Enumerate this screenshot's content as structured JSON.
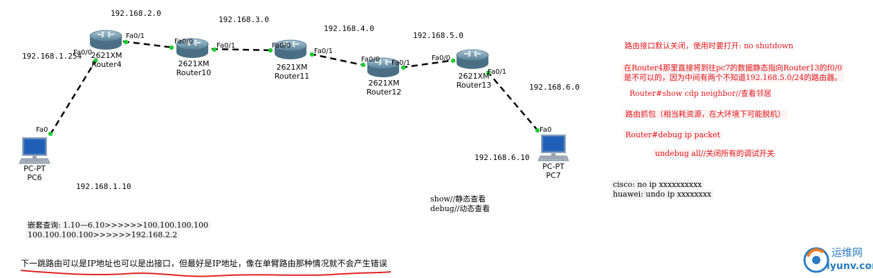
{
  "networks": [
    {
      "id": "n1",
      "label": "192.168.2.0"
    },
    {
      "id": "n2",
      "label": "192.168.3.0"
    },
    {
      "id": "n3",
      "label": "192.168.4.0"
    },
    {
      "id": "n4",
      "label": "192.168.5.0"
    },
    {
      "id": "n5",
      "label": "192.168.1.254"
    },
    {
      "id": "n6",
      "label": "192.168.6.0"
    },
    {
      "id": "n7",
      "label": "192.168.6.10"
    },
    {
      "id": "n8",
      "label": "192.168.1.10"
    }
  ],
  "devices": [
    {
      "id": "r4",
      "type": "router",
      "model": "2621XM",
      "name": "Router4"
    },
    {
      "id": "r10",
      "type": "router",
      "model": "2621XM",
      "name": "Router10"
    },
    {
      "id": "r11",
      "type": "router",
      "model": "2621XM",
      "name": "Router11"
    },
    {
      "id": "r12",
      "type": "router",
      "model": "2621XM",
      "name": "Router12"
    },
    {
      "id": "r13",
      "type": "router",
      "model": "2621XM",
      "name": "Router13"
    },
    {
      "id": "pc6",
      "type": "pc",
      "model": "PC-PT",
      "name": "PC6"
    },
    {
      "id": "pc7",
      "type": "pc",
      "model": "PC-PT",
      "name": "PC7"
    }
  ],
  "ports": [
    {
      "id": "p1",
      "label": "Fa0/1"
    },
    {
      "id": "p2",
      "label": "Fa0/0"
    },
    {
      "id": "p3",
      "label": "Fa0/1"
    },
    {
      "id": "p4",
      "label": "Fa0/0"
    },
    {
      "id": "p5",
      "label": "Fa0/1"
    },
    {
      "id": "p6",
      "label": "Fa0/0"
    },
    {
      "id": "p7",
      "label": "Fa0/1"
    },
    {
      "id": "p8",
      "label": "Fa0/0"
    },
    {
      "id": "p9",
      "label": "Fa0/0"
    },
    {
      "id": "p10",
      "label": "Fa0/1"
    },
    {
      "id": "p11",
      "label": "Fa0"
    },
    {
      "id": "p12",
      "label": "Fa0"
    }
  ],
  "notes": {
    "shutdown": "路由接口默认关闭，使用时要打开: no shutdown",
    "static_1": "在Router4那里直接将到往pc7的数据静态指向Router13的f0/0",
    "static_2": "是不可以的，因为中间有两个不知道192.168.5.0/24的路由器。",
    "cdp": "Router#show cdp neighbor//查看邻居",
    "capture": "路由抓包（相当耗资源，在大环境下可能脱机）",
    "debug": "Router#debug ip packet",
    "undebug": "undebug all//关闭所有的调试开关",
    "cisco": "cisco: no ip xxxxxxxxxx",
    "huawei": "huawei: undo ip xxxxxxxx",
    "show": "show//静态查看",
    "debug_dyn": "debug//动态查看",
    "nested_1": "嵌套查询: 1.10—6.10>>>>>>100.100.100.100",
    "nested_2": "100.100.100.100>>>>>>192.168.2.2",
    "nexthop": "下一跳路由可以是IP地址也可以是出接口，但最好是IP地址，像在单臂路由那种情况就不会产生错误"
  },
  "watermark": {
    "cn": "运维网",
    "url": "iyunv.com"
  },
  "colors": {
    "link": "#000000",
    "port_dot": "#22cc33",
    "note_red": "#e0161b",
    "underline": "#e02020",
    "router_body": "#6f97ad",
    "watermark_blue": "#2a7bbf"
  }
}
